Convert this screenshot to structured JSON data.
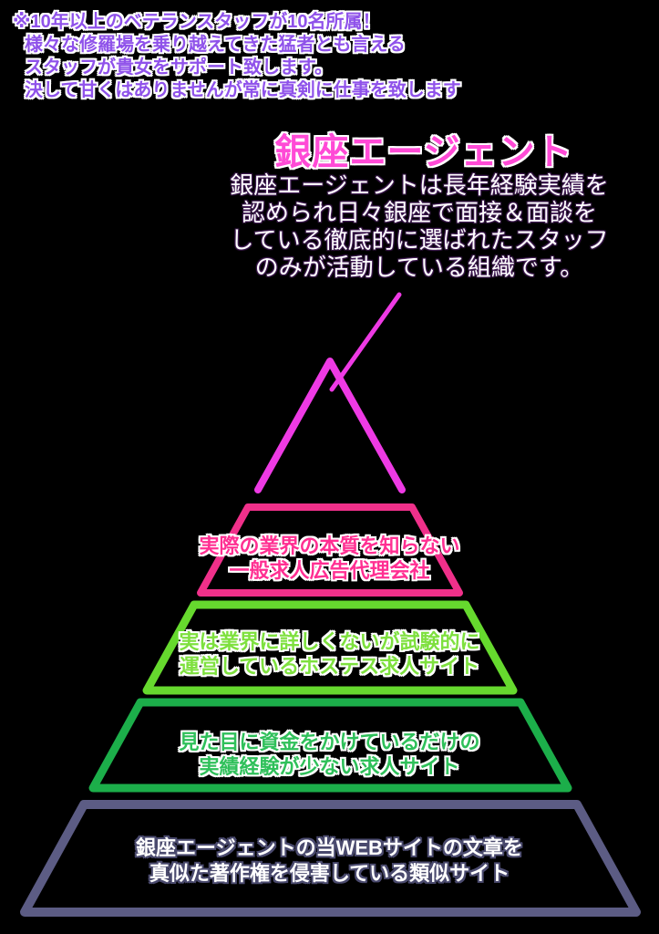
{
  "page": {
    "background": "#000000"
  },
  "header_note": {
    "color": "#8f52ea",
    "outline_color": "#ffffff",
    "lines": [
      "※10年以上のベテランスタッフが10名所属！",
      "様々な修羅場を乗り越えてきた猛者とも言える",
      "スタッフが貴女をサポート致します。",
      "決して甘くはありませんが常に真剣に仕事を致します"
    ]
  },
  "title": {
    "text": "銀座エージェント",
    "color": "#ff4ad6"
  },
  "description": {
    "color": "#ffffff",
    "lines": [
      "銀座エージェントは長年経験実績を",
      "認められ日々銀座で面接＆面談を",
      "している徹底的に選ばれたスタッフ",
      "のみが活動している組織です。"
    ]
  },
  "pointer_line": {
    "color": "#ee3ae4"
  },
  "pyramid": {
    "levels": [
      {
        "label": "peak-triangle",
        "stroke": "#ee3ae4",
        "text_color": "",
        "lines": []
      },
      {
        "label": "level-2",
        "stroke": "#f0308a",
        "text_color": "#ff2f92",
        "lines": [
          "実際の業界の本質を知らない",
          "一般求人広告代理会社"
        ]
      },
      {
        "label": "level-3",
        "stroke": "#66d92e",
        "text_color": "#7ee03e",
        "lines": [
          "実は業界に詳しくないが試験的に",
          "運営しているホステス求人サイト"
        ]
      },
      {
        "label": "level-4",
        "stroke": "#1cae4a",
        "text_color": "#2fc05a",
        "lines": [
          "見た目に資金をかけているだけの",
          "実績経験が少ない求人サイト"
        ]
      },
      {
        "label": "level-5",
        "stroke": "#5c5c84",
        "text_color": "#ffffff",
        "lines": [
          "銀座エージェントの当WEBサイトの文章を",
          "真似た著作権を侵害している類似サイト"
        ]
      }
    ]
  }
}
